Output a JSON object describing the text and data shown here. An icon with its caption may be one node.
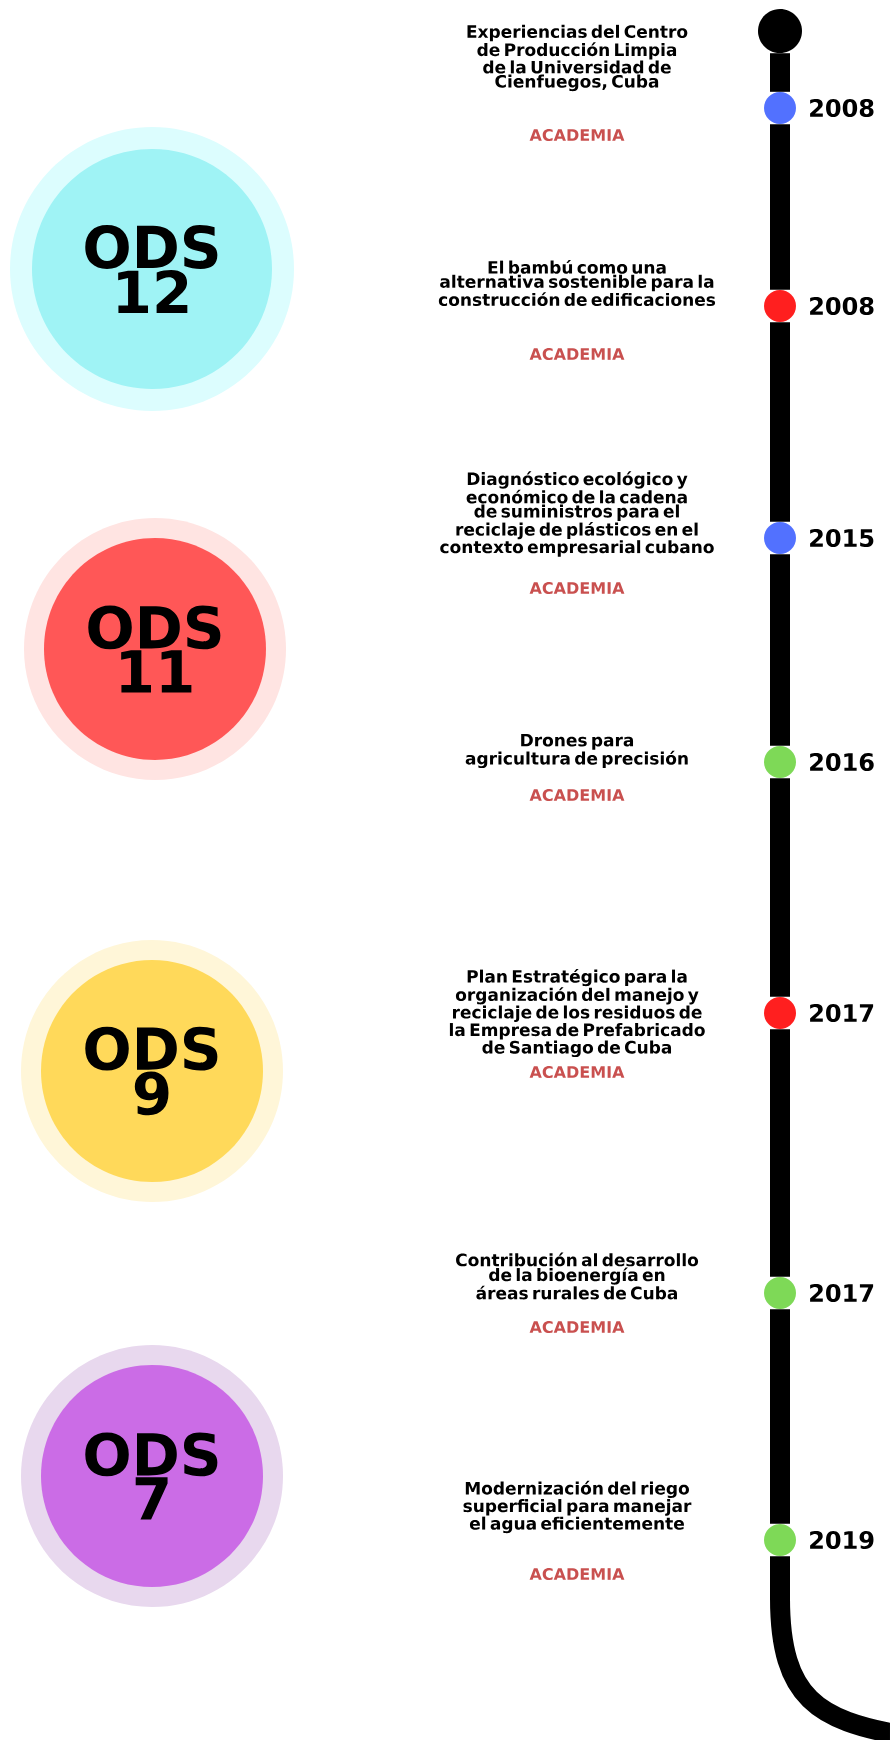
{
  "diagram": {
    "nodes": [
      {
        "text": [],
        "shape": "circle"
      },
      {
        "text": [],
        "shape": "circle",
        "beside": [
          "Experiencias del Centro de Producción Limpia de la Universidad de Cienfuegos, Cuba",
          "ACADEMIA",
          "2008"
        ]
      },
      {
        "text": [],
        "shape": "circle",
        "beside": [
          "El bambú como una alternativa sostenible para la construcción de edificaciones",
          "ACADEMIA",
          "2008"
        ]
      },
      {
        "text": [],
        "shape": "circle",
        "beside": [
          "Diagnóstico ecológico y económico de la cadena de suministros para el reciclaje de plásticos en el contexto empresarial cubano",
          "ACADEMIA",
          "2015"
        ]
      },
      {
        "text": [],
        "shape": "circle",
        "beside": [
          "Drones para agricultura de precisión",
          "ACADEMIA",
          "2016"
        ]
      },
      {
        "text": [],
        "shape": "circle",
        "beside": [
          "Plan Estratégico para la organización del manejo y reciclaje de los residuos de la Empresa de Prefabricado de Santiago de Cuba",
          "ACADEMIA",
          "2017"
        ]
      },
      {
        "text": [],
        "shape": "circle",
        "beside": [
          "Contribución al desarrollo de la bioenergía en áreas rurales de Cuba",
          "ACADEMIA",
          "2017"
        ]
      },
      {
        "text": [],
        "shape": "circle",
        "beside": [
          "Modernización del riego superficial para manejar el agua eficientemente",
          "ACADEMIA",
          "2019"
        ]
      },
      {
        "text": [
          "ODS 12"
        ]
      },
      {
        "text": [
          "ODS 11"
        ]
      },
      {
        "text": [
          "ODS 9"
        ]
      },
      {
        "text": [
          "ODS 7"
        ]
      }
    ],
    "edges": [
      {
        "from": 0,
        "to": 1,
        "arrow": "none"
      },
      {
        "from": 1,
        "to": 2,
        "arrow": "none"
      },
      {
        "from": 2,
        "to": 3,
        "arrow": "none"
      },
      {
        "from": 3,
        "to": 4,
        "arrow": "none"
      },
      {
        "from": 4,
        "to": 5,
        "arrow": "none"
      },
      {
        "from": 5,
        "to": 6,
        "arrow": "none"
      },
      {
        "from": 6,
        "to": 7,
        "arrow": "none"
      },
      {
        "from": 7,
        "to": null,
        "arrow": "none"
      }
    ]
  }
}
